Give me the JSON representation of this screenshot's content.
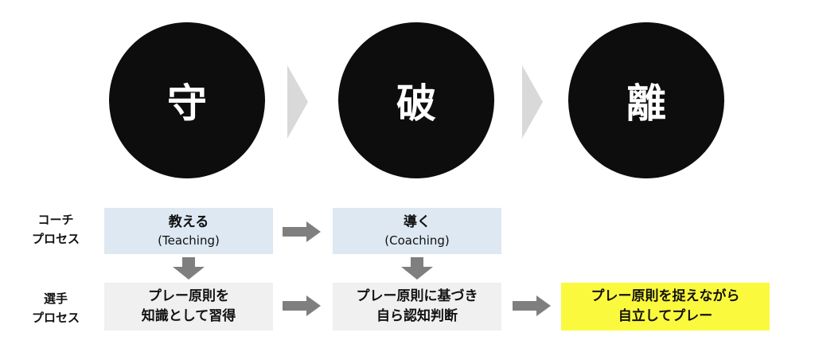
{
  "stages": [
    "守",
    "破",
    "離"
  ],
  "coach_process": {
    "label_line1": "コーチ",
    "label_line2": "プロセス",
    "box1": {
      "main": "教える",
      "sub": "(Teaching)"
    },
    "box2": {
      "main": "導く",
      "sub": "(Coaching)"
    }
  },
  "player_process": {
    "label_line1": "選手",
    "label_line2": "プロセス",
    "box1": {
      "line1": "プレー原則を",
      "line2": "知識として習得"
    },
    "box2": {
      "line1": "プレー原則に基づき",
      "line2": "自ら認知判断"
    },
    "box3": {
      "line1": "プレー原則を捉えながら",
      "line2": "自立してプレー"
    }
  },
  "colors": {
    "circle": "#0d0d0d",
    "coach_box": "#dde8f2",
    "player_box": "#f0f0f0",
    "highlight_box": "#fbf93e",
    "arrow": "#7f7f7f",
    "chevron": "#d9d9d9"
  },
  "icons": {
    "stage_separator": "chevron-right-icon",
    "flow_right": "arrow-right-icon",
    "flow_down": "arrow-down-icon"
  }
}
